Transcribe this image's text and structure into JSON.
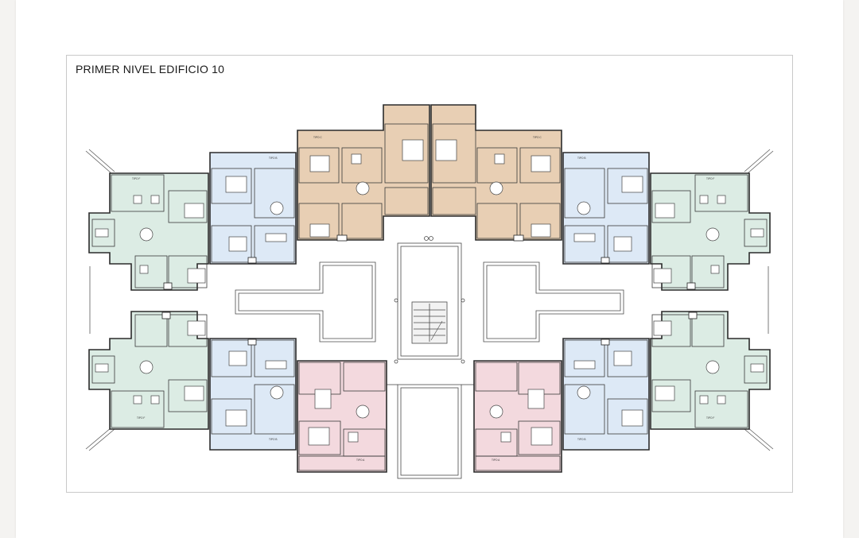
{
  "sheet": {
    "title": "PRIMER NIVEL EDIFICIO 10"
  },
  "colors": {
    "green": "#dcece4",
    "blue": "#dde9f6",
    "tan": "#e8cfb4",
    "pink": "#f3d9de",
    "wall": "#2b2b2b",
    "corridor": "#ffffff"
  },
  "units": {
    "tipo_f_left_top": "TIPO F",
    "tipo_f_left_bottom": "TIPO F",
    "tipo_f_right_top": "TIPO F",
    "tipo_f_right_bottom": "TIPO F",
    "tipo_b_left_top": "TIPO B",
    "tipo_b_left_bottom": "TIPO B",
    "tipo_b_right_top": "TIPO B",
    "tipo_b_right_bottom": "TIPO B",
    "tipo_c_left": "TIPO C",
    "tipo_c_right": "TIPO C",
    "tipo_a_left": "TIPO A",
    "tipo_a_right": "TIPO A"
  }
}
